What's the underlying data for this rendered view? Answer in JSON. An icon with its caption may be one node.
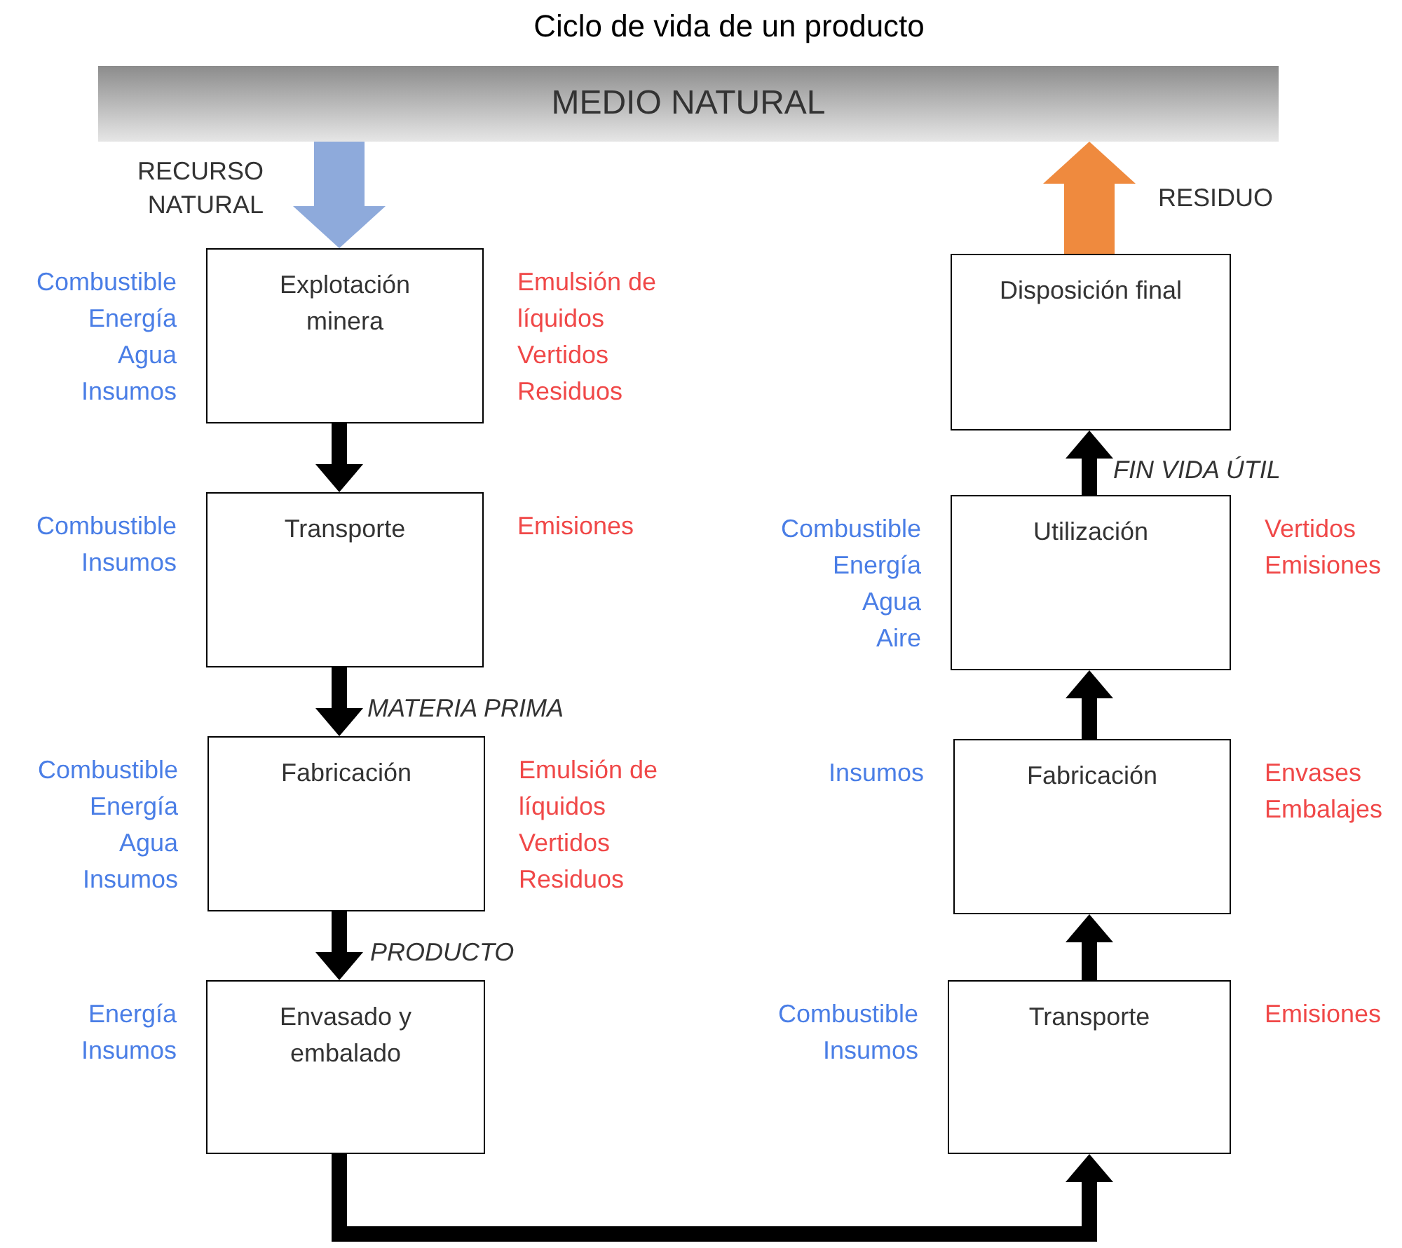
{
  "diagram": {
    "title": "Ciclo de vida de un producto",
    "nodes": [
      {
        "text": [
          "MEDIO NATURAL"
        ]
      },
      {
        "text": [
          "Explotación minera"
        ],
        "beside": [
          "Combustible",
          "Energía",
          "Agua",
          "Insumos",
          "Emulsión de líquidos",
          "Vertidos",
          "Residuos"
        ]
      },
      {
        "text": [
          "Transporte"
        ],
        "beside": [
          "Combustible",
          "Insumos",
          "Emisiones"
        ]
      },
      {
        "text": [
          "Fabricación"
        ],
        "beside": [
          "Combustible",
          "Energía",
          "Agua",
          "Insumos",
          "Emulsión de líquidos",
          "Vertidos",
          "Residuos"
        ]
      },
      {
        "text": [
          "Envasado y embalado"
        ],
        "beside": [
          "Energía",
          "Insumos"
        ]
      },
      {
        "text": [
          "Transporte"
        ],
        "beside": [
          "Combustible",
          "Insumos",
          "Emisiones"
        ]
      },
      {
        "text": [
          "Fabricación"
        ],
        "beside": [
          "Insumos",
          "Envases",
          "Embalajes"
        ]
      },
      {
        "text": [
          "Utilización"
        ],
        "beside": [
          "Combustible",
          "Energía",
          "Agua",
          "Aire",
          "Vertidos",
          "Emisiones"
        ]
      },
      {
        "text": [
          "Disposición final"
        ]
      }
    ],
    "edges": [
      {
        "from": 0,
        "to": 1,
        "arrow": "to",
        "label": "RECURSO NATURAL",
        "style": "thick",
        "color": "#8eaadb"
      },
      {
        "from": 1,
        "to": 2,
        "arrow": "to"
      },
      {
        "from": 2,
        "to": 3,
        "arrow": "to",
        "label": "MATERIA PRIMA"
      },
      {
        "from": 3,
        "to": 4,
        "arrow": "to",
        "label": "PRODUCTO"
      },
      {
        "from": 4,
        "to": 5,
        "arrow": "to"
      },
      {
        "from": 5,
        "to": 6,
        "arrow": "to"
      },
      {
        "from": 6,
        "to": 7,
        "arrow": "to"
      },
      {
        "from": 7,
        "to": 8,
        "arrow": "to",
        "label": "FIN VIDA ÚTIL"
      },
      {
        "from": 8,
        "to": 0,
        "arrow": "to",
        "label": "RESIDUO",
        "style": "thick",
        "color": "#ef8a3e"
      }
    ]
  }
}
